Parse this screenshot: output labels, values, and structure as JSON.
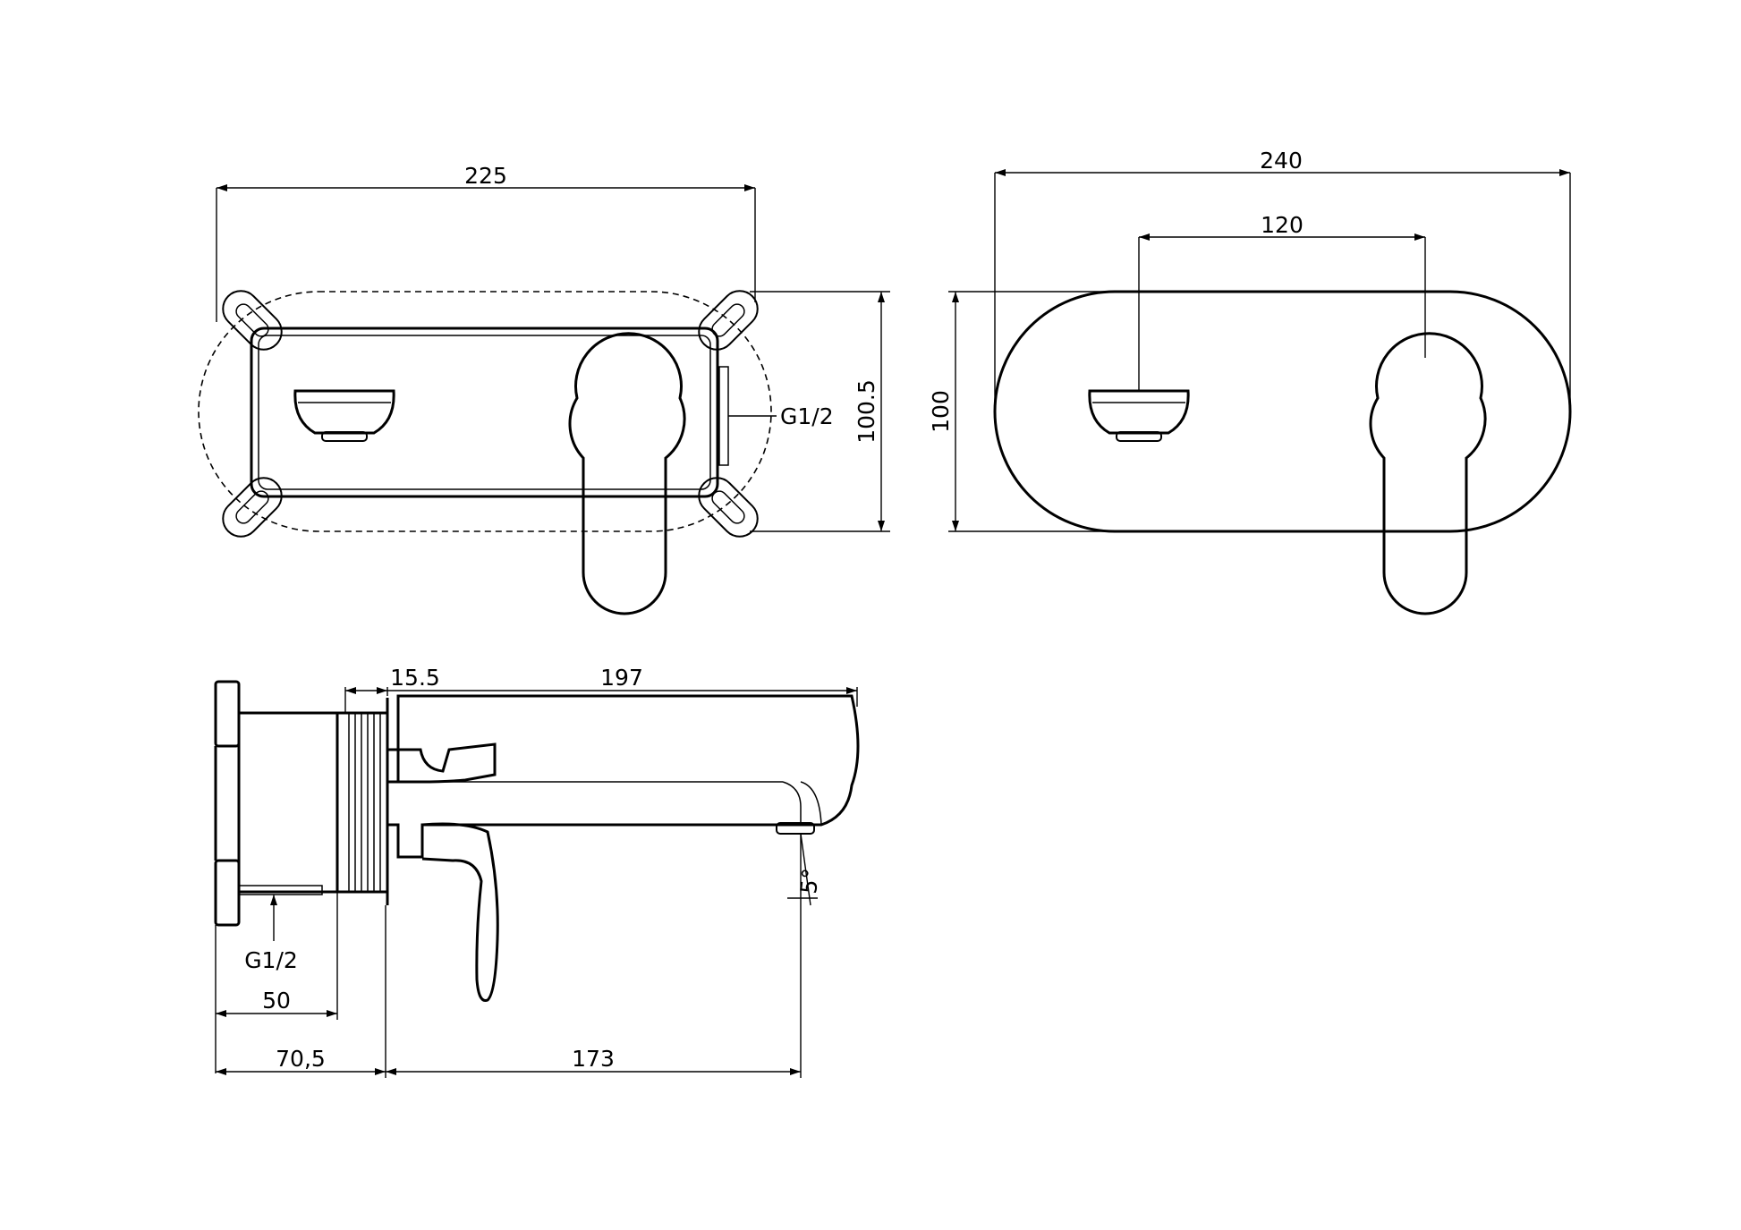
{
  "front_view": {
    "width_label": "225",
    "height_label": "100.5",
    "connection_label": "G1/2"
  },
  "plate_view": {
    "width_label": "240",
    "center_distance_label": "120",
    "height_label": "100"
  },
  "side_view": {
    "plate_depth_label": "15.5",
    "spout_length_label": "197",
    "connection_label": "G1/2",
    "body_depth_label": "50",
    "wall_offset_label": "70,5",
    "outlet_projection_label": "173",
    "angle_label": "5°"
  },
  "colors": {
    "line": "#000000",
    "background": "#ffffff"
  }
}
